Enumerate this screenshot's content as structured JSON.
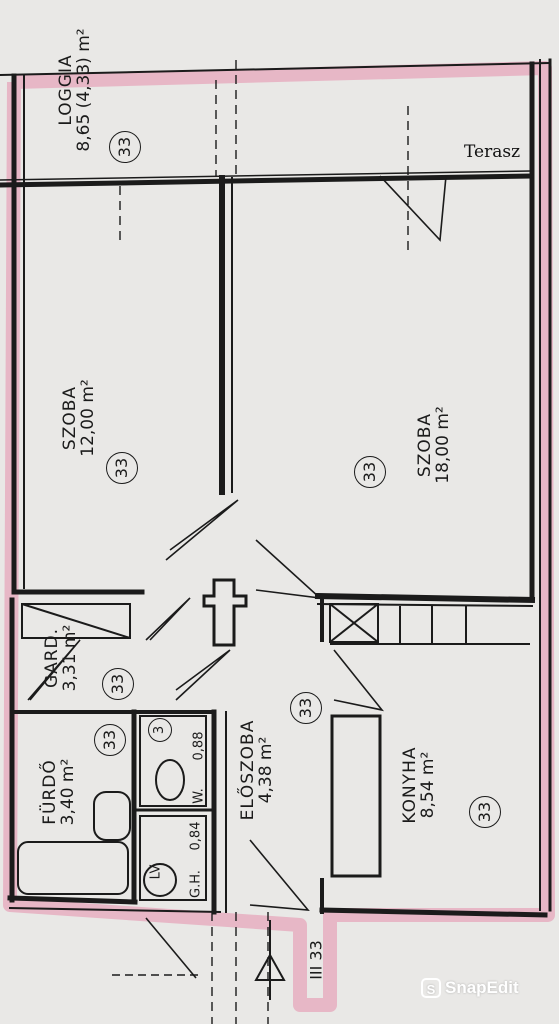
{
  "rooms": {
    "loggia": {
      "name": "LOGGIA",
      "area": "8,65 (4,33) m²",
      "number": "33"
    },
    "szoba_small": {
      "name": "SZOBA",
      "area": "12,00 m²",
      "number": "33"
    },
    "szoba_large": {
      "name": "SZOBA",
      "area": "18,00 m²",
      "number": "33"
    },
    "gard": {
      "name": "GARD.",
      "area": "3,31 m²",
      "number": "33"
    },
    "furdo": {
      "name": "FÜRDŐ",
      "area": "3,40 m²",
      "number": "33"
    },
    "wc": {
      "name": "W.",
      "area": "0,88",
      "number": "3"
    },
    "gh": {
      "name": "G.H.",
      "area": "0,84",
      "lv": "LV"
    },
    "eloszoba": {
      "name": "ELŐSZOBA",
      "area": "4,38 m²",
      "number": "33"
    },
    "konyha": {
      "name": "KONYHA",
      "area": "8,54 m²",
      "number": "33"
    }
  },
  "labels": {
    "terrace": "Terasz",
    "stair_marker": "III 33",
    "watermark": "SnapEdit",
    "watermark_logo": "S"
  },
  "colors": {
    "background": "#e9e8e6",
    "wall": "#1b1b1b",
    "highlight": "#e7b7c6"
  }
}
